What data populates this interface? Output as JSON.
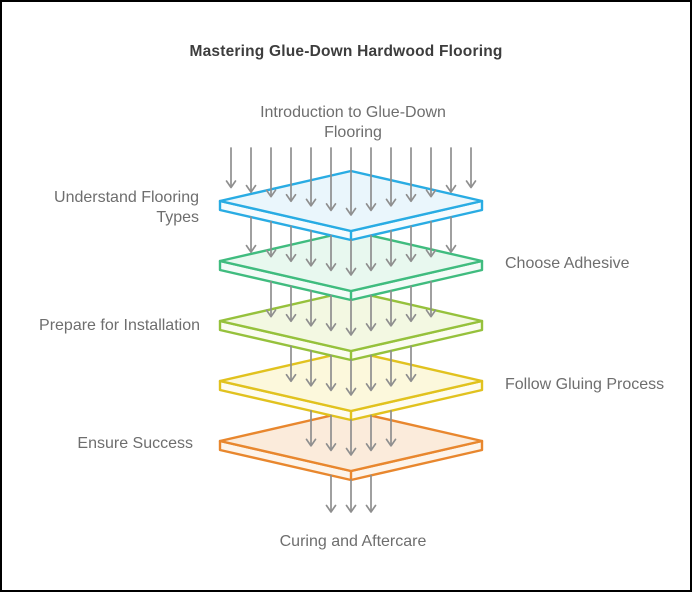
{
  "title": "Mastering Glue-Down Hardwood Flooring",
  "diagram": {
    "type": "layered-funnel-stack",
    "start_label": "Introduction to Glue-Down Flooring",
    "end_label": "Curing and Aftercare",
    "arrow_color": "#8f8f8f",
    "text_color": "#6e6e6e",
    "title_color": "#3d3d3d",
    "layers": [
      {
        "label": "Understand Flooring Types",
        "side": "left",
        "stroke": "#29ace3",
        "fill": "#eaf6fc",
        "side_fill": "#f5fbfe"
      },
      {
        "label": "Choose Adhesive",
        "side": "right",
        "stroke": "#40bc7f",
        "fill": "#e8f8ef",
        "side_fill": "#f3fbf7"
      },
      {
        "label": "Prepare for Installation",
        "side": "left",
        "stroke": "#96c13c",
        "fill": "#f3f8e2",
        "side_fill": "#fafcf1"
      },
      {
        "label": "Follow Gluing Process",
        "side": "right",
        "stroke": "#e1c21f",
        "fill": "#fcf8dc",
        "side_fill": "#fefcf0"
      },
      {
        "label": "Ensure Success",
        "side": "left",
        "stroke": "#e8872e",
        "fill": "#fbebdb",
        "side_fill": "#fdf4ea"
      }
    ],
    "arrow_counts_per_gap": [
      13,
      11,
      9,
      7,
      5,
      3
    ]
  }
}
